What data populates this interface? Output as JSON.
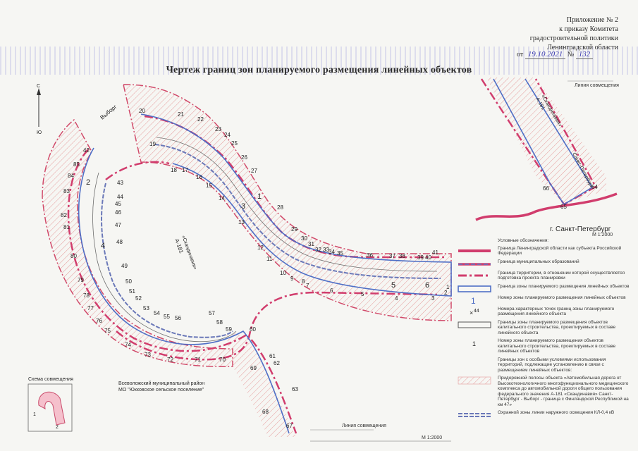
{
  "header": {
    "lines": [
      "Приложение № 2",
      "к приказу Комитета",
      "градостроительной политики",
      "Ленинградской области"
    ],
    "date_prefix": "от",
    "date_value": "19.10.2021",
    "number_prefix": "№",
    "number_value": "132"
  },
  "title": "Чертеж границ зон планируемого размещения линейных объектов",
  "labels": {
    "road_a181_main": "А-181",
    "road_a181_sub": "«Скандинавия»",
    "vyborg": "Выборг",
    "spb_label": "г. Санкт-Петербург",
    "spb_road": "Санкт-Петербург",
    "district_line1": "Всеволожский муниципальный район",
    "district_line2": "МО \"Юкковское сельское поселение\"",
    "line_sovm_bottom": "Линия совмещения",
    "line_sovm_top": "Линия совмещения",
    "scale_inset": "М 1:2000",
    "scale_main": "М 1:2000",
    "scheme_title": "Схема совмещения",
    "scheme_1": "1",
    "scheme_2": "2",
    "north_letter": "С",
    "south_letter": "Ю"
  },
  "legend": {
    "heading": "Условные обозначения:",
    "items": [
      {
        "text": "Граница Ленинградской области как субъекта Российской Федерации"
      },
      {
        "text": "Граница муниципальных образований"
      },
      {
        "text": "Граница территории, в отношении которой осуществляется подготовка проекта планировки"
      },
      {
        "text": "Граница зоны планируемого размещения линейных объектов"
      },
      {
        "symbol": "1",
        "text": "Номер зоны планируемого размещения линейных объектов"
      },
      {
        "symbol": "44",
        "text": "Номера характерных точек границ зоны планируемого размещения линейного объекта"
      },
      {
        "text": "Границы зоны планируемого размещения объектов капитального строительства, проектируемых в составе линейного объекта"
      },
      {
        "symbol": "1",
        "text": "Номер зоны планируемого размещения объектов капитального строительства, проектируемых в составе линейных объектов"
      },
      {
        "text": "Границы зон с особыми условиями использования территорий, подлежащие установлению в связи с размещением линейных объектов:"
      },
      {
        "text": "Придорожной полосы объекта «Автомобильная дорога от Высокотехнологичного многофункционального медицинского комплекса до автомобильной дороги общего пользования федерального значения А-181 «Скандинавия» Санкт-Петербург - Выборг - граница с Финляндской Республикой на км 47»"
      },
      {
        "text": "Охранной зоны линии наружного освещения КЛ-0,4 кВ"
      }
    ]
  },
  "points": {
    "outer": [
      "1",
      "2",
      "3",
      "4",
      "5",
      "6",
      "7",
      "8",
      "9",
      "10",
      "11",
      "12",
      "13",
      "14",
      "15",
      "16",
      "17",
      "18",
      "19",
      "20",
      "21",
      "22",
      "23",
      "24",
      "25",
      "26",
      "27",
      "28",
      "29",
      "30",
      "31",
      "32",
      "33",
      "34",
      "35",
      "36",
      "37",
      "38",
      "39",
      "40",
      "41",
      "42",
      "43",
      "44",
      "45",
      "46",
      "47",
      "48",
      "49",
      "50",
      "51",
      "52",
      "53",
      "54",
      "55",
      "56",
      "57",
      "58",
      "59",
      "60",
      "61",
      "62",
      "63",
      "64",
      "65",
      "66",
      "67",
      "68",
      "69",
      "70",
      "71",
      "72",
      "73",
      "74",
      "75",
      "76",
      "77",
      "78",
      "79",
      "80",
      "81",
      "82",
      "83",
      "84",
      "85"
    ]
  },
  "zones": [
    "1",
    "2",
    "3",
    "4",
    "5",
    "6"
  ]
}
